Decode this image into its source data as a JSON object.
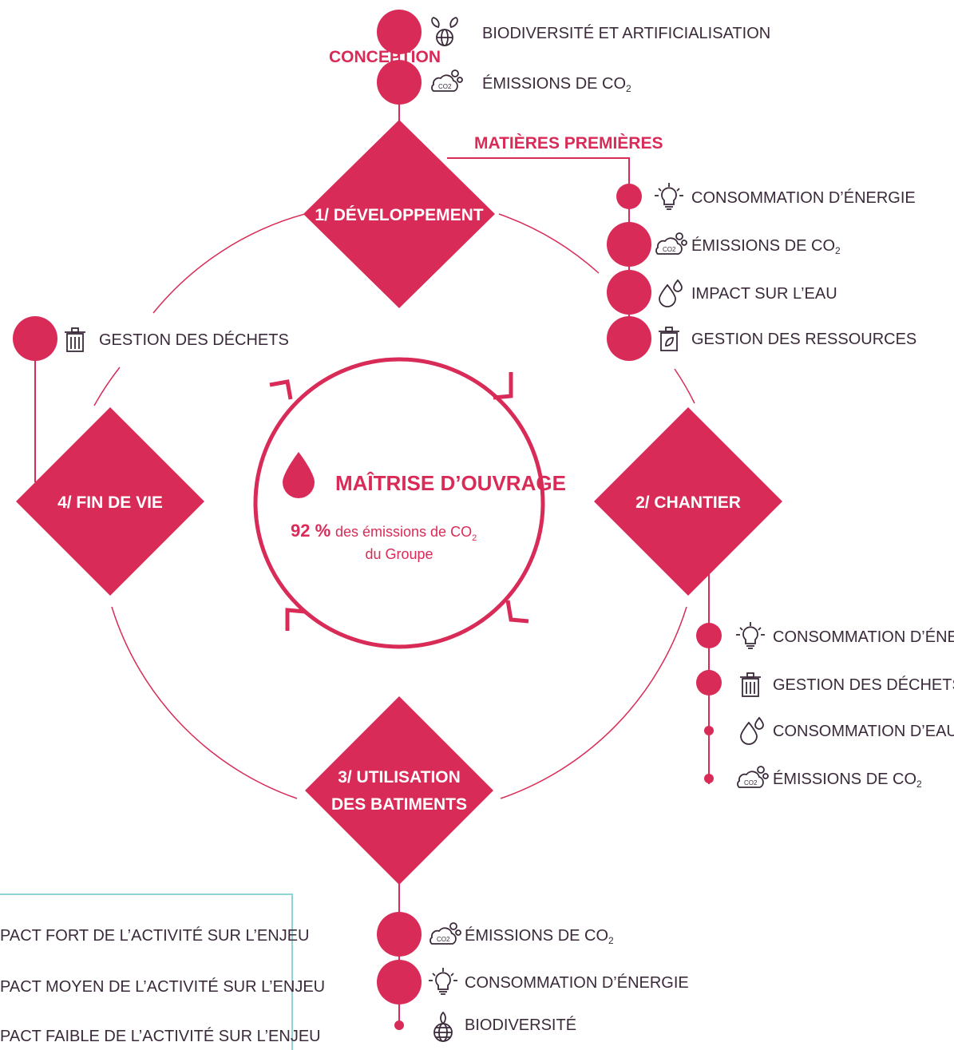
{
  "colors": {
    "accent": "#d92b57",
    "text": "#3a2a3a",
    "legend_border": "#8fd3d3"
  },
  "top": {
    "label": "CONCEPTION",
    "items": [
      {
        "icon": "globe-leaf-icon",
        "label": "BIODIVERSITÉ ET ARTIFICIALISATION"
      },
      {
        "icon": "co2-cloud-icon",
        "label": "ÉMISSIONS DE CO",
        "sub": "2"
      }
    ]
  },
  "phases": {
    "p1": "1/ DÉVELOPPEMENT",
    "p2": "2/ CHANTIER",
    "p3_line1": "3/ UTILISATION",
    "p3_line2": "DES BATIMENTS",
    "p4": "4/ FIN DE VIE"
  },
  "raw_materials": {
    "label": "MATIÈRES PREMIÈRES",
    "items": [
      {
        "icon": "bulb-icon",
        "label": "CONSOMMATION D’ÉNERGIE"
      },
      {
        "icon": "co2-cloud-icon",
        "label": "ÉMISSIONS DE CO",
        "sub": "2"
      },
      {
        "icon": "water-drops-icon",
        "label": "IMPACT SUR L’EAU"
      },
      {
        "icon": "bin-leaf-icon",
        "label": "GESTION DES RESSOURCES"
      }
    ]
  },
  "end_of_life": {
    "items": [
      {
        "icon": "trash-icon",
        "label": "GESTION DES DÉCHETS"
      }
    ]
  },
  "site": {
    "items": [
      {
        "icon": "bulb-icon",
        "label": "CONSOMMATION D’ÉNERGIE"
      },
      {
        "icon": "trash-icon",
        "label": "GESTION DES DÉCHETS"
      },
      {
        "icon": "water-drops-icon",
        "label": "CONSOMMATION D’EAU"
      },
      {
        "icon": "co2-cloud-icon",
        "label": "ÉMISSIONS DE CO",
        "sub": "2"
      }
    ]
  },
  "usage": {
    "items": [
      {
        "icon": "co2-cloud-icon",
        "label": "ÉMISSIONS DE CO",
        "sub": "2"
      },
      {
        "icon": "bulb-icon",
        "label": "CONSOMMATION D’ÉNERGIE"
      },
      {
        "icon": "globe-leaf-icon",
        "label": "BIODIVERSITÉ"
      }
    ]
  },
  "center": {
    "title": "MAÎTRISE D’OUVRAGE",
    "percent": "92 %",
    "desc_line1": "des émissions de CO",
    "desc_sub": "2",
    "desc_line2": "du Groupe"
  },
  "legend": {
    "items": [
      "PACT FORT DE L’ACTIVITÉ SUR L’ENJEU",
      "PACT MOYEN DE L’ACTIVITÉ SUR L’ENJEU",
      "PACT FAIBLE DE L’ACTIVITÉ SUR L’ENJEU"
    ]
  }
}
